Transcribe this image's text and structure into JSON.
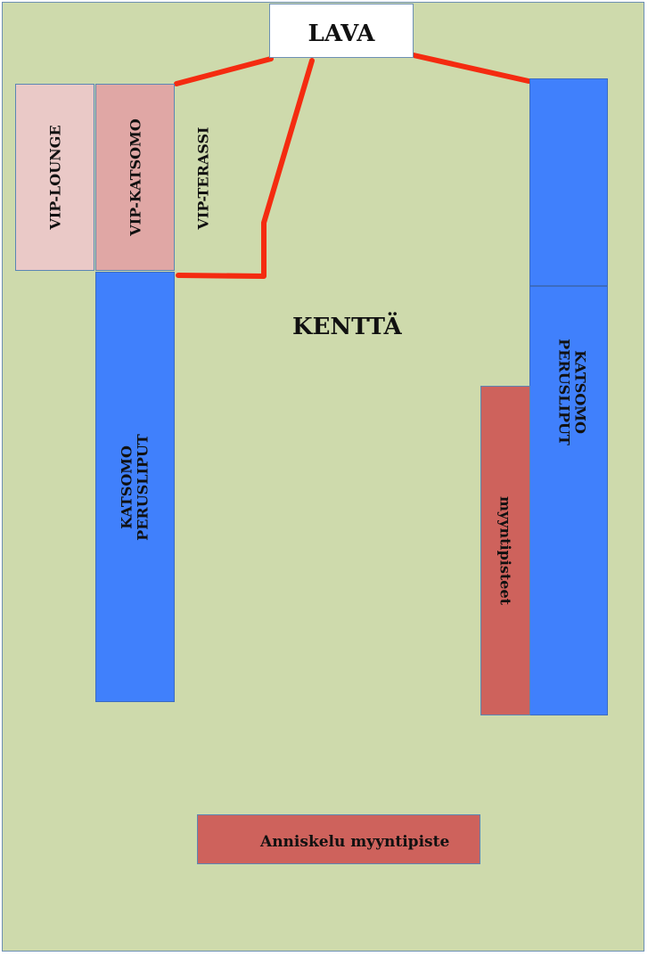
{
  "stage": {
    "label": "LAVA"
  },
  "vip": {
    "lounge": "VIP-LOUNGE",
    "katsomo": "VIP-KATSOMO",
    "terassi": "VIP-TERASSI"
  },
  "field_label": "KENTTÄ",
  "left_stand": {
    "line1": "KATSOMO",
    "line2": "PERUSLIPUT"
  },
  "right_stand": {
    "line1": "KATSOMO",
    "line2": "PERUSLIPUT"
  },
  "sales_points": "myyntipisteet",
  "bar_sales": "Anniskelu myyntipiste",
  "colors": {
    "field": "#cedaac",
    "stand_blue": "#4080fc",
    "sales_red": "#ce625c",
    "vip_lounge": "#eac9c7",
    "vip_katsomo": "#e0a7a5",
    "fence_red": "#f42b10"
  }
}
